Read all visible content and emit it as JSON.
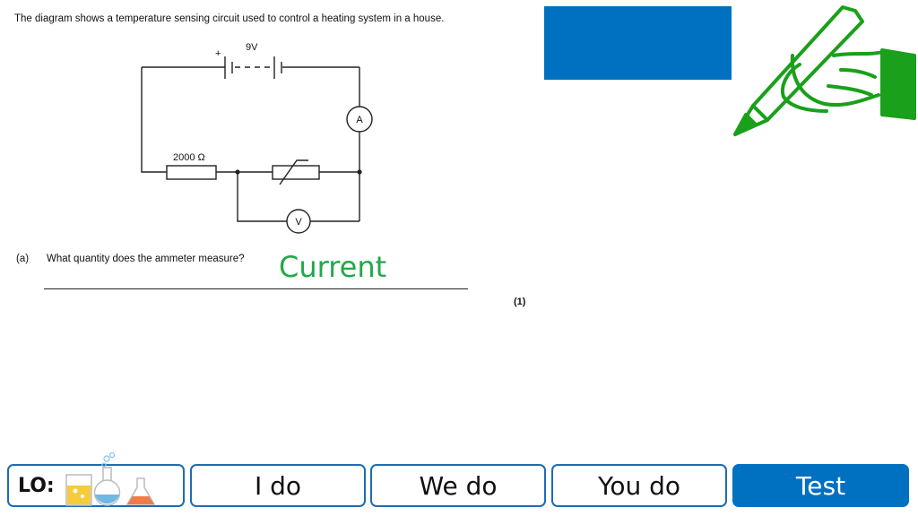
{
  "question": {
    "intro": "The diagram shows a temperature sensing circuit used to control a heating system in a house.",
    "part_label": "(a)",
    "text": "What quantity does the ammeter measure?",
    "answer": "Current",
    "marks": "(1)"
  },
  "circuit": {
    "battery_voltage": "9V",
    "battery_positive": "+",
    "resistor": "2000 Ω",
    "ammeter": "A",
    "voltmeter": "V"
  },
  "nav": {
    "lo_label": "LO:",
    "i_do": "I do",
    "we_do": "We do",
    "you_do": "You do",
    "test": "Test"
  },
  "colors": {
    "accent_blue": "#0070c0",
    "answer_green": "#22a84a",
    "pen_green": "#1aa01a"
  },
  "icons": [
    "pen-hand-icon",
    "beaker-icon",
    "round-flask-icon",
    "conical-flask-icon"
  ]
}
